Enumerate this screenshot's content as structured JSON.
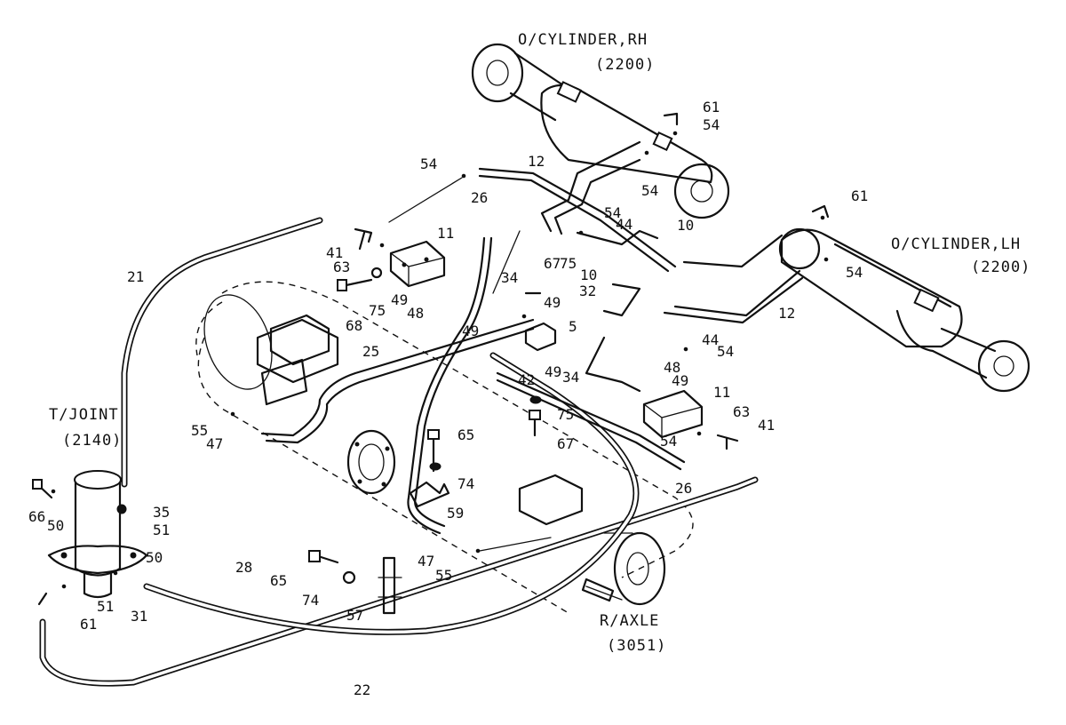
{
  "assemblies": {
    "cyl_rh_name": "O/CYLINDER,RH",
    "cyl_rh_ref": "(2200)",
    "cyl_lh_name": "O/CYLINDER,LH",
    "cyl_lh_ref": "(2200)",
    "tjoint_name": "T/JOINT",
    "tjoint_ref": "(2140)",
    "raxle_name": "R/AXLE",
    "raxle_ref": "(3051)"
  },
  "callouts": [
    "61",
    "54",
    "12",
    "54",
    "26",
    "54",
    "44",
    "10",
    "54",
    "61",
    "21",
    "41",
    "11",
    "63",
    "75",
    "67",
    "75",
    "32",
    "10",
    "12",
    "68",
    "49",
    "48",
    "34",
    "49",
    "5",
    "44",
    "54",
    "25",
    "49",
    "42",
    "49",
    "34",
    "48",
    "49",
    "11",
    "63",
    "41",
    "75",
    "67",
    "55",
    "47",
    "65",
    "54",
    "26",
    "74",
    "59",
    "35",
    "51",
    "66",
    "50",
    "50",
    "51",
    "61",
    "31",
    "28",
    "65",
    "74",
    "57",
    "47",
    "55",
    "22",
    "54"
  ]
}
